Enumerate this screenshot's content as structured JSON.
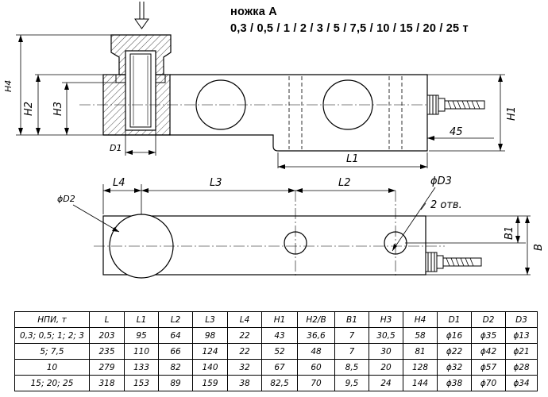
{
  "title": {
    "line1": "ножка А",
    "line2": "0,3 / 0,5 / 1 / 2 / 3 / 5 / 7,5 / 10 / 15 / 20 / 25 т"
  },
  "labels": {
    "h4": "H4",
    "h2": "H2",
    "h3": "H3",
    "d1": "D1",
    "l1": "L1",
    "h1": "H1",
    "dim45": "45",
    "l4": "L4",
    "l3": "L3",
    "l2": "L2",
    "d2": "ϕD2",
    "d3": "ϕD3",
    "holes": "2 отв.",
    "b1": "B1",
    "b": "B"
  },
  "table": {
    "headers": [
      "НПИ, т",
      "L",
      "L1",
      "L2",
      "L3",
      "L4",
      "H1",
      "H2/B",
      "B1",
      "H3",
      "H4",
      "D1",
      "D2",
      "D3"
    ],
    "rows": [
      [
        "0,3; 0,5; 1; 2; 3",
        "203",
        "95",
        "64",
        "98",
        "22",
        "43",
        "36,6",
        "7",
        "30,5",
        "58",
        "ϕ16",
        "ϕ35",
        "ϕ13"
      ],
      [
        "5; 7,5",
        "235",
        "110",
        "66",
        "124",
        "22",
        "52",
        "48",
        "7",
        "30",
        "81",
        "ϕ22",
        "ϕ42",
        "ϕ21"
      ],
      [
        "10",
        "279",
        "133",
        "82",
        "140",
        "32",
        "67",
        "60",
        "8,5",
        "20",
        "128",
        "ϕ32",
        "ϕ57",
        "ϕ28"
      ],
      [
        "15; 20; 25",
        "318",
        "153",
        "89",
        "159",
        "38",
        "82,5",
        "70",
        "9,5",
        "24",
        "144",
        "ϕ38",
        "ϕ70",
        "ϕ34"
      ]
    ]
  }
}
